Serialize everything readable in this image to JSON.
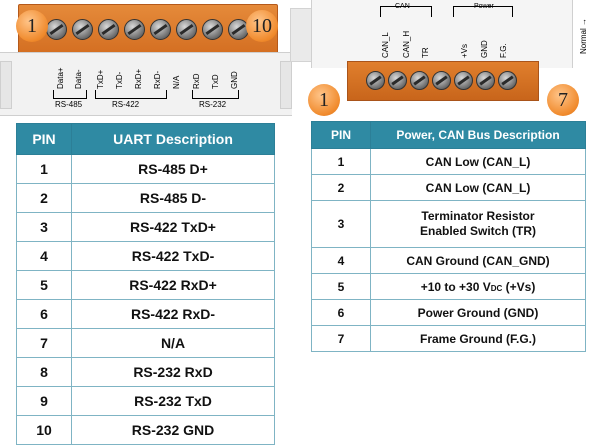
{
  "left_connector": {
    "badge_first": "1",
    "badge_last": "10",
    "pin_labels": [
      "Data+",
      "Data-",
      "TxD+",
      "TxD-",
      "RxD+",
      "RxD-",
      "N/A",
      "RxD",
      "TxD",
      "GND"
    ],
    "groups": [
      "RS-485",
      "RS-422",
      "RS-232"
    ]
  },
  "right_connector": {
    "badge_first": "1",
    "badge_last": "7",
    "pin_labels": [
      "CAN_L",
      "CAN_H",
      "TR",
      "+Vs",
      "GND",
      "F.G."
    ],
    "groups": [
      "CAN",
      "Power"
    ],
    "normal_label": "Normal"
  },
  "uart_table": {
    "headers": [
      "PIN",
      "UART Description"
    ],
    "rows": [
      {
        "pin": "1",
        "desc": "RS-485 D+"
      },
      {
        "pin": "2",
        "desc": "RS-485 D-"
      },
      {
        "pin": "3",
        "desc": "RS-422 TxD+"
      },
      {
        "pin": "4",
        "desc": "RS-422 TxD-"
      },
      {
        "pin": "5",
        "desc": "RS-422 RxD+"
      },
      {
        "pin": "6",
        "desc": "RS-422 RxD-"
      },
      {
        "pin": "7",
        "desc": "N/A"
      },
      {
        "pin": "8",
        "desc": "RS-232 RxD"
      },
      {
        "pin": "9",
        "desc": "RS-232 TxD"
      },
      {
        "pin": "10",
        "desc": "RS-232 GND"
      }
    ]
  },
  "can_table": {
    "headers": [
      "PIN",
      "Power, CAN Bus Description"
    ],
    "rows": [
      {
        "pin": "1",
        "desc": "CAN Low (CAN_L)"
      },
      {
        "pin": "2",
        "desc": "CAN Low (CAN_L)"
      },
      {
        "pin": "3",
        "desc_line1": "Terminator Resistor",
        "desc_line2": "Enabled Switch (TR)"
      },
      {
        "pin": "4",
        "desc": "CAN Ground (CAN_GND)"
      },
      {
        "pin": "5",
        "desc_pre": "+10 to +30 V",
        "desc_sub": "DC",
        "desc_post": " (+Vs)"
      },
      {
        "pin": "6",
        "desc": "Power Ground (GND)"
      },
      {
        "pin": "7",
        "desc": "Frame Ground (F.G.)"
      }
    ]
  }
}
